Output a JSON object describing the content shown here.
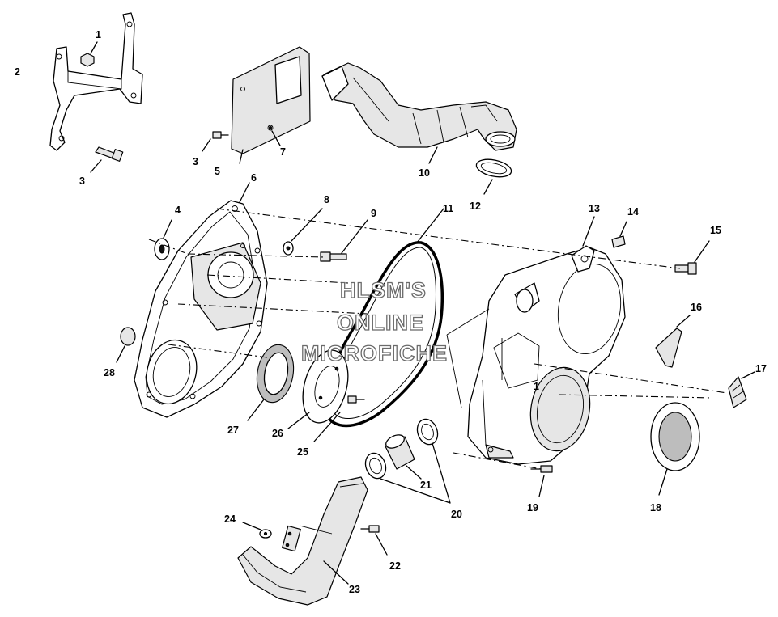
{
  "watermark": {
    "line1": "HLSM'S",
    "line2": "ONLINE",
    "line3": "MICROFICHE"
  },
  "callouts": [
    {
      "id": "c1",
      "text": "1"
    },
    {
      "id": "c2",
      "text": "2"
    },
    {
      "id": "c3a",
      "text": "3"
    },
    {
      "id": "c3b",
      "text": "3"
    },
    {
      "id": "c4",
      "text": "4"
    },
    {
      "id": "c5",
      "text": "5"
    },
    {
      "id": "c6",
      "text": "6"
    },
    {
      "id": "c7",
      "text": "7"
    },
    {
      "id": "c8",
      "text": "8"
    },
    {
      "id": "c9",
      "text": "9"
    },
    {
      "id": "c10",
      "text": "10"
    },
    {
      "id": "c11",
      "text": "11"
    },
    {
      "id": "c12",
      "text": "12"
    },
    {
      "id": "c13",
      "text": "13"
    },
    {
      "id": "c14",
      "text": "14"
    },
    {
      "id": "c15",
      "text": "15"
    },
    {
      "id": "c16",
      "text": "16"
    },
    {
      "id": "c17",
      "text": "17"
    },
    {
      "id": "c18",
      "text": "18"
    },
    {
      "id": "c19",
      "text": "19"
    },
    {
      "id": "c20",
      "text": "20"
    },
    {
      "id": "c21",
      "text": "21"
    },
    {
      "id": "c22",
      "text": "22"
    },
    {
      "id": "c23",
      "text": "23"
    },
    {
      "id": "c24",
      "text": "24"
    },
    {
      "id": "c25",
      "text": "25"
    },
    {
      "id": "c26",
      "text": "26"
    },
    {
      "id": "c27",
      "text": "27"
    },
    {
      "id": "c28",
      "text": "28"
    }
  ],
  "cover_mark": "1"
}
